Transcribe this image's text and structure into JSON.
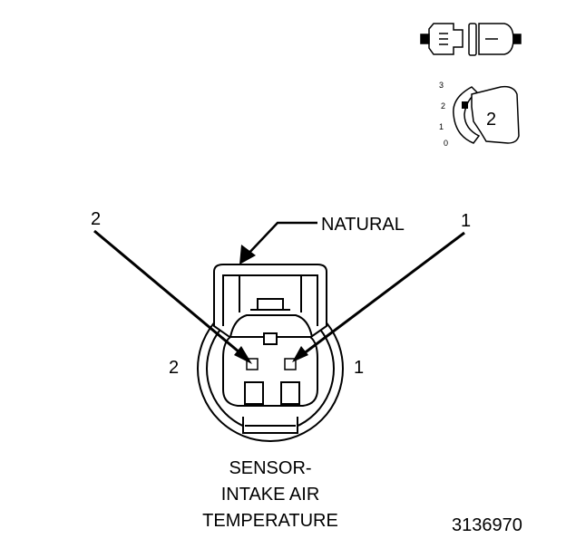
{
  "diagram": {
    "callouts": {
      "color_label": "NATURAL",
      "pin_top_left": "2",
      "pin_top_right": "1",
      "pin_side_left": "2",
      "pin_side_right": "1"
    },
    "caption": {
      "line1": "SENSOR-",
      "line2": "INTAKE AIR",
      "line3": "TEMPERATURE"
    },
    "figure_number": "3136970",
    "key_view": {
      "scale_3": "3",
      "scale_2": "2",
      "scale_1": "1",
      "scale_0": "0",
      "position_label": "2"
    },
    "colors": {
      "ink": "#000000",
      "paper": "#ffffff"
    }
  }
}
